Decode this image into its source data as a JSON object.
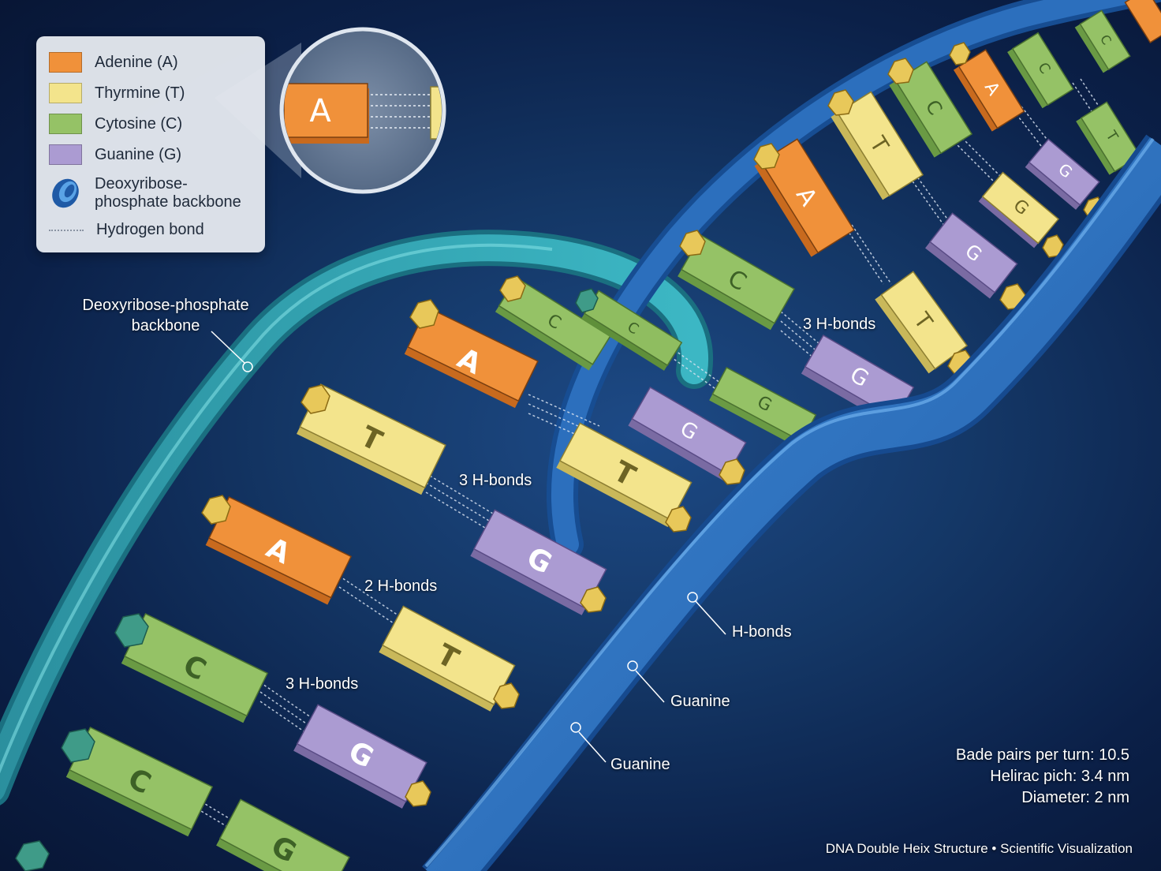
{
  "colors": {
    "adenine": "#f0913a",
    "thymine": "#f3e48c",
    "cytosine": "#95c266",
    "guanine": "#ab9bd2",
    "backbone_front": "#2e76c2",
    "backbone_back": "#2fa2b4",
    "background": "#0f2c5c"
  },
  "legend": {
    "items": [
      {
        "label": "Adenine (A)",
        "color": "#f0913a"
      },
      {
        "label": "Thyrmine (T)",
        "color": "#f3e48c"
      },
      {
        "label": "Cytosine (C)",
        "color": "#95c266"
      },
      {
        "label": "Guanine (G)",
        "color": "#ab9bd2"
      }
    ],
    "backbone_label": "Deoxyribose-phosphate backbone",
    "backbone_icon": "backbone-ribbon-icon",
    "hbond_label": "Hydrogen bond",
    "magnifier_letter": "A"
  },
  "callouts": {
    "backbone": "Deoxyribose-phosphate backbone",
    "hbonds_3_a": "3 H-bonds",
    "hbonds_3_b": "3 H-bonds",
    "hbonds_2": "2 H-bonds",
    "hbonds_3_c": "3 H-bonds",
    "hbonds": "H-bonds",
    "guanine_a": "Guanine",
    "guanine_b": "Guanine"
  },
  "base_letters": {
    "A": "A",
    "T": "T",
    "C": "C",
    "G": "G"
  },
  "facts": [
    "Bade pairs per turn: 10.5",
    "Helirac pich: 3.4 nm",
    "Diameter: 2 nm"
  ],
  "footer": "DNA Double Heix Structure • Scientific Visualization"
}
